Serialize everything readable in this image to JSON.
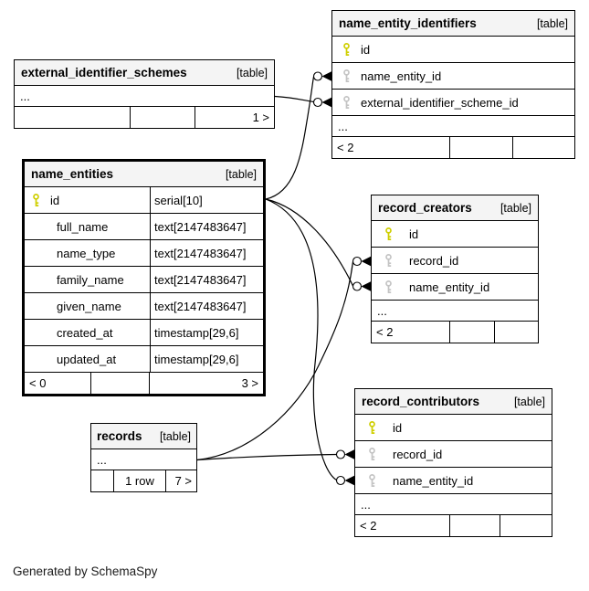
{
  "caption": "Generated by SchemaSpy",
  "colors": {
    "header_bg": "#f4f4f4",
    "border": "#000000",
    "primary_key": "#cfcf00",
    "foreign_key": "#c4c4c4",
    "background": "#ffffff"
  },
  "tables": [
    {
      "name": "name_entity_identifiers",
      "tag": "[table]",
      "columns": [
        {
          "key": "pk",
          "name": "id"
        },
        {
          "key": "fk",
          "name": "name_entity_id"
        },
        {
          "key": "fk",
          "name": "external_identifier_scheme_id"
        },
        {
          "key": "none",
          "name": "..."
        }
      ],
      "footer": {
        "left": "< 2",
        "mid": "",
        "right": ""
      }
    },
    {
      "name": "external_identifier_schemes",
      "tag": "[table]",
      "columns": [
        {
          "key": "none",
          "name": "..."
        }
      ],
      "footer": {
        "left": "",
        "mid": "",
        "right": "1 >"
      }
    },
    {
      "name": "name_entities",
      "tag": "[table]",
      "columns": [
        {
          "key": "pk",
          "name": "id",
          "type": "serial[10]"
        },
        {
          "key": "none",
          "name": "full_name",
          "type": "text[2147483647]"
        },
        {
          "key": "none",
          "name": "name_type",
          "type": "text[2147483647]"
        },
        {
          "key": "none",
          "name": "family_name",
          "type": "text[2147483647]"
        },
        {
          "key": "none",
          "name": "given_name",
          "type": "text[2147483647]"
        },
        {
          "key": "none",
          "name": "created_at",
          "type": "timestamp[29,6]"
        },
        {
          "key": "none",
          "name": "updated_at",
          "type": "timestamp[29,6]"
        }
      ],
      "footer": {
        "left": "< 0",
        "mid": "",
        "right": "3 >"
      }
    },
    {
      "name": "record_creators",
      "tag": "[table]",
      "columns": [
        {
          "key": "pk",
          "name": "id"
        },
        {
          "key": "fk",
          "name": "record_id"
        },
        {
          "key": "fk",
          "name": "name_entity_id"
        },
        {
          "key": "none",
          "name": "..."
        }
      ],
      "footer": {
        "left": "< 2",
        "mid": "",
        "right": ""
      }
    },
    {
      "name": "records",
      "tag": "[table]",
      "columns": [
        {
          "key": "none",
          "name": "..."
        }
      ],
      "footer": {
        "left": "",
        "mid": "1 row",
        "right": "7 >"
      }
    },
    {
      "name": "record_contributors",
      "tag": "[table]",
      "columns": [
        {
          "key": "pk",
          "name": "id"
        },
        {
          "key": "fk",
          "name": "record_id"
        },
        {
          "key": "fk",
          "name": "name_entity_id"
        },
        {
          "key": "none",
          "name": "..."
        }
      ],
      "footer": {
        "left": "< 2",
        "mid": "",
        "right": ""
      }
    }
  ],
  "relationships": [
    {
      "parent": "name_entities",
      "child": "name_entity_identifiers",
      "child_column": "name_entity_id"
    },
    {
      "parent": "external_identifier_schemes",
      "child": "name_entity_identifiers",
      "child_column": "external_identifier_scheme_id"
    },
    {
      "parent": "name_entities",
      "child": "record_creators",
      "child_column": "name_entity_id"
    },
    {
      "parent": "records",
      "child": "record_creators",
      "child_column": "record_id"
    },
    {
      "parent": "name_entities",
      "child": "record_contributors",
      "child_column": "name_entity_id"
    },
    {
      "parent": "records",
      "child": "record_contributors",
      "child_column": "record_id"
    }
  ]
}
